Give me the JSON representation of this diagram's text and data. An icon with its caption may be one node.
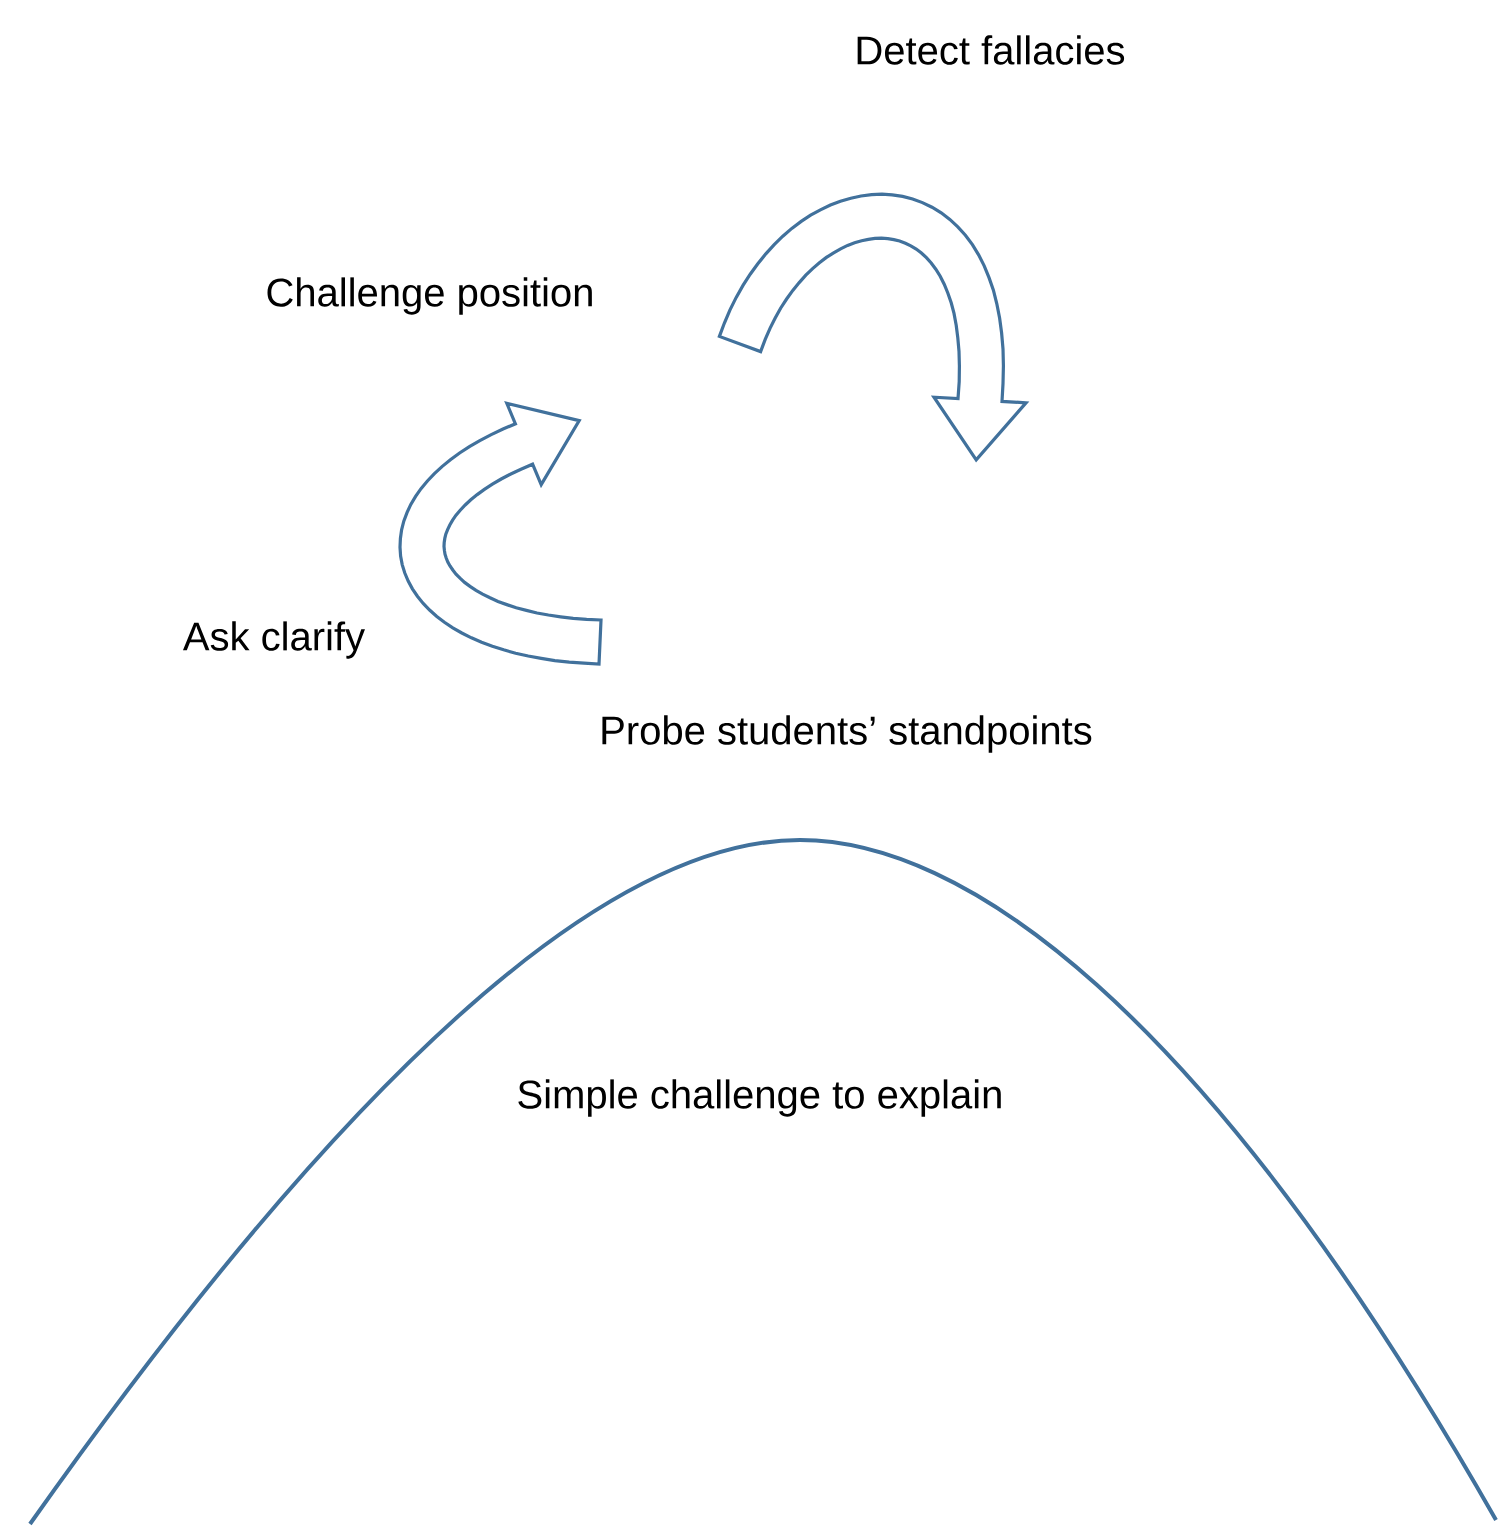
{
  "diagram": {
    "labels": [
      "Detect fallacies",
      "Challenge position",
      "Ask clarify",
      "Probe students’ standpoints",
      "Simple challenge to explain"
    ]
  }
}
